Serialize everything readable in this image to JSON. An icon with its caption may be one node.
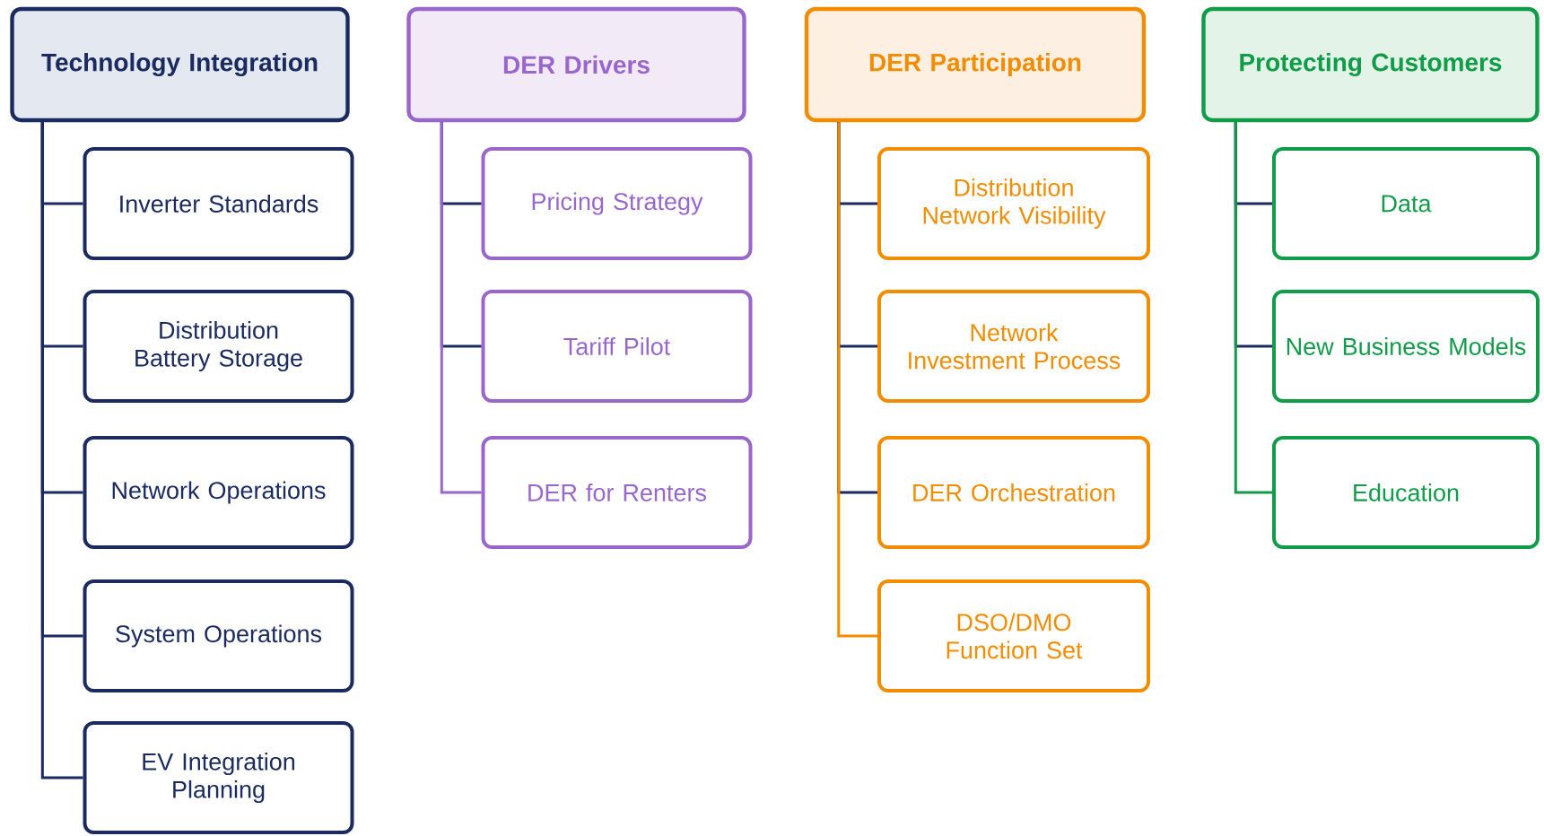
{
  "diagram": {
    "nodes": [
      {
        "text": [
          "Technology Integration"
        ]
      },
      {
        "text": [
          "Inverter Standards"
        ]
      },
      {
        "text": [
          "Distribution Battery Storage"
        ]
      },
      {
        "text": [
          "Network Operations"
        ]
      },
      {
        "text": [
          "System Operations"
        ]
      },
      {
        "text": [
          "EV Integration Planning"
        ]
      },
      {
        "text": [
          "DER Drivers"
        ]
      },
      {
        "text": [
          "Pricing Strategy"
        ]
      },
      {
        "text": [
          "Tariff Pilot"
        ]
      },
      {
        "text": [
          "DER for Renters"
        ]
      },
      {
        "text": [
          "DER Participation"
        ]
      },
      {
        "text": [
          "Distribution Network Visibility"
        ]
      },
      {
        "text": [
          "Network Investment Process"
        ]
      },
      {
        "text": [
          "DER Orchestration"
        ]
      },
      {
        "text": [
          "DSO/DMO Function Set"
        ]
      },
      {
        "text": [
          "Protecting Customers"
        ]
      },
      {
        "text": [
          "Data"
        ]
      },
      {
        "text": [
          "New Business Models"
        ]
      },
      {
        "text": [
          "Education"
        ]
      }
    ],
    "edges": [
      {
        "from": 0,
        "to": 1,
        "arrow": "none"
      },
      {
        "from": 0,
        "to": 2,
        "arrow": "none"
      },
      {
        "from": 0,
        "to": 3,
        "arrow": "none"
      },
      {
        "from": 0,
        "to": 4,
        "arrow": "none"
      },
      {
        "from": 0,
        "to": 5,
        "arrow": "none"
      },
      {
        "from": 6,
        "to": 7,
        "arrow": "none"
      },
      {
        "from": 6,
        "to": 8,
        "arrow": "none"
      },
      {
        "from": 6,
        "to": 9,
        "arrow": "none",
        "color": "#9966cc"
      },
      {
        "from": 10,
        "to": 11,
        "arrow": "none"
      },
      {
        "from": 10,
        "to": 12,
        "arrow": "none"
      },
      {
        "from": 10,
        "to": 13,
        "arrow": "none"
      },
      {
        "from": 10,
        "to": 14,
        "arrow": "none",
        "color": "#f28c00"
      },
      {
        "from": 15,
        "to": 16,
        "arrow": "none"
      },
      {
        "from": 15,
        "to": 17,
        "arrow": "none"
      },
      {
        "from": 15,
        "to": 18,
        "arrow": "none",
        "color": "#109c48"
      }
    ]
  }
}
